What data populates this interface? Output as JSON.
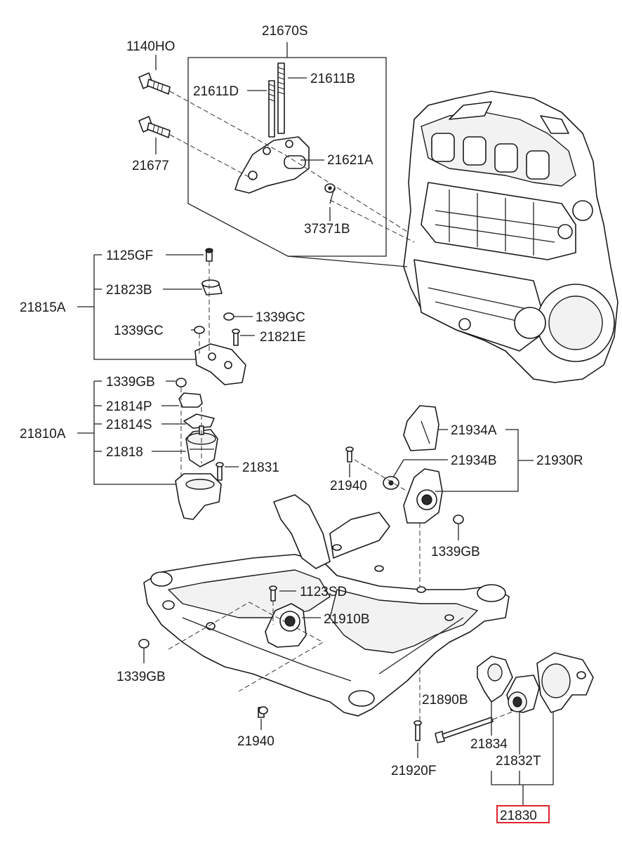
{
  "labels": {
    "p21670S": "21670S",
    "p1140HO": "1140HO",
    "p21611D": "21611D",
    "p21611B": "21611B",
    "p21677": "21677",
    "p21621A": "21621A",
    "p37371B": "37371B",
    "p1125GF": "1125GF",
    "p21823B": "21823B",
    "p21815A": "21815A",
    "p1339GC_right": "1339GC",
    "p1339GC_left": "1339GC",
    "p21821E": "21821E",
    "p1339GB_top": "1339GB",
    "p21814P": "21814P",
    "p21810A": "21810A",
    "p21814S": "21814S",
    "p21818": "21818",
    "p21831": "21831",
    "p21934A": "21934A",
    "p21934B": "21934B",
    "p21930R": "21930R",
    "p21940_upper": "21940",
    "p1339GB_right": "1339GB",
    "p1123SD": "1123SD",
    "p21910B": "21910B",
    "p1339GB_left": "1339GB",
    "p21890B": "21890B",
    "p21940_lower": "21940",
    "p21834": "21834",
    "p21832T": "21832T",
    "p21920F": "21920F",
    "p21830": "21830"
  },
  "colors": {
    "highlight": "#e0232b",
    "ink": "#1a1a1a"
  }
}
